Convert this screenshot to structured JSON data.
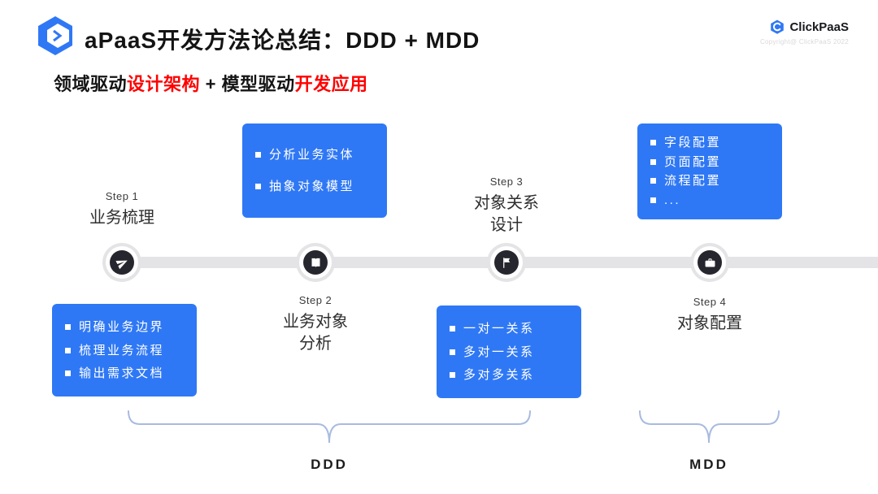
{
  "header": {
    "title": "aPaaS开发方法论总结：DDD + MDD"
  },
  "subtitle": {
    "black1": "领域驱动",
    "red1": "设计架构",
    "black2": " + 模型驱动",
    "red2": "开发应用"
  },
  "logo": {
    "name": "ClickPaaS",
    "copyright": "Copyright@ ClickPaaS 2022"
  },
  "steps": [
    {
      "label": "Step 1",
      "name": "业务梳理",
      "icon": "paper-plane-icon",
      "card_position": "below",
      "items": [
        "明确业务边界",
        "梳理业务流程",
        "输出需求文档"
      ]
    },
    {
      "label": "Step 2",
      "name": "业务对象",
      "name2": "分析",
      "icon": "book-icon",
      "card_position": "above",
      "items": [
        "分析业务实体",
        "抽象对象模型"
      ]
    },
    {
      "label": "Step 3",
      "name": "对象关系",
      "name2": "设计",
      "icon": "flag-icon",
      "card_position": "below",
      "items": [
        "一对一关系",
        "多对一关系",
        "多对多关系"
      ]
    },
    {
      "label": "Step 4",
      "name": "对象配置",
      "icon": "briefcase-icon",
      "card_position": "above",
      "items": [
        "字段配置",
        "页面配置",
        "流程配置",
        "..."
      ]
    }
  ],
  "groups": [
    {
      "label": "DDD"
    },
    {
      "label": "MDD"
    }
  ],
  "colors": {
    "card_blue": "#2F78F5",
    "circle_dark": "#26262E",
    "timeline_gray": "#E4E4E7",
    "accent_red": "#FF0000",
    "brace": "#A8BBDF",
    "logo_blue": "#2F78F5"
  }
}
